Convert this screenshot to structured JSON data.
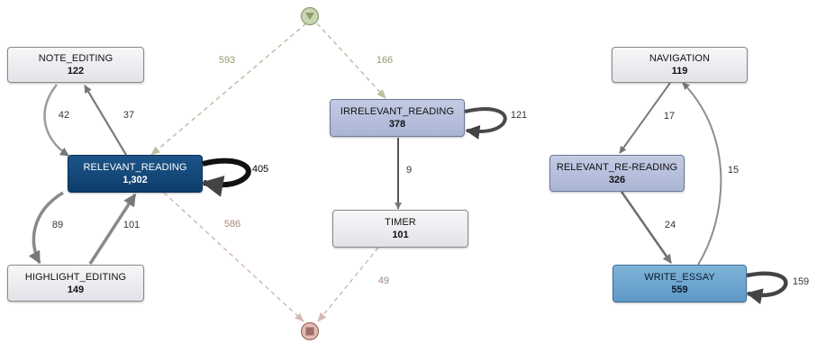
{
  "nodes": {
    "note_editing": {
      "label": "NOTE_EDITING",
      "count": "122"
    },
    "relevant_reading": {
      "label": "RELEVANT_READING",
      "count": "1,302"
    },
    "highlight_editing": {
      "label": "HIGHLIGHT_EDITING",
      "count": "149"
    },
    "irrelevant_reading": {
      "label": "IRRELEVANT_READING",
      "count": "378"
    },
    "timer": {
      "label": "TIMER",
      "count": "101"
    },
    "navigation": {
      "label": "NAVIGATION",
      "count": "119"
    },
    "relevant_re_reading": {
      "label": "RELEVANT_RE-READING",
      "count": "326"
    },
    "write_essay": {
      "label": "WRITE_ESSAY",
      "count": "559"
    }
  },
  "edges": {
    "start_to_relevant": "593",
    "start_to_irrelevant": "166",
    "relevant_to_end": "586",
    "timer_to_end": "49",
    "note_to_relevant": "42",
    "relevant_to_note": "37",
    "relevant_self": "405",
    "highlight_to_relevant": "101",
    "relevant_to_highlight": "89",
    "irrelevant_self": "121",
    "irrelevant_to_timer": "9",
    "navigation_to_rereading": "17",
    "write_to_navigation": "15",
    "rereading_to_write": "24",
    "write_self": "159"
  },
  "colors": {
    "start_fill": "#c8d6b4",
    "start_arrow": "#8f9c6e",
    "end_fill": "#e3b9b3",
    "end_square": "#9c6e66",
    "dashed_green": "#b8c2a2",
    "dashed_brown": "#d3bab4",
    "relevant_reading": "#0d3d6b",
    "write_essay": "#5e99c8"
  },
  "icons": {
    "start": "start-triangle-icon",
    "end": "end-square-icon"
  }
}
